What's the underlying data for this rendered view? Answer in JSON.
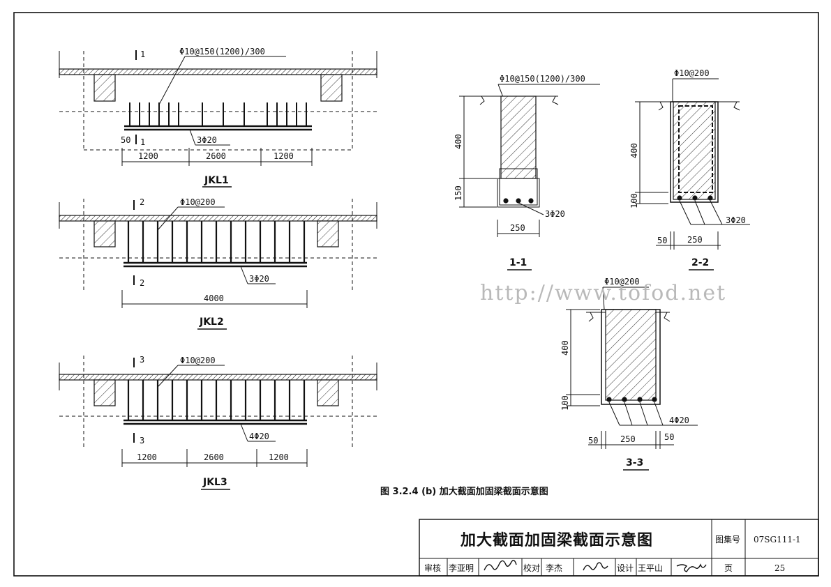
{
  "watermark": "http://www.tofod.net",
  "elevations": [
    {
      "name": "JKL1",
      "stirrup_label": "Φ10@150(1200)/300",
      "bar_label": "3Φ20",
      "section_mark": "1",
      "cover_dim": "50",
      "dims": [
        "1200",
        "2600",
        "1200"
      ]
    },
    {
      "name": "JKL2",
      "stirrup_label": "Φ10@200",
      "bar_label": "3Φ20",
      "section_mark": "2",
      "dims": [
        "4000"
      ]
    },
    {
      "name": "JKL3",
      "stirrup_label": "Φ10@200",
      "bar_label": "4Φ20",
      "section_mark": "3",
      "dims": [
        "1200",
        "2600",
        "1200"
      ]
    }
  ],
  "sections": [
    {
      "name": "1-1",
      "stirrup_label": "Φ10@150(1200)/300",
      "depth": "400",
      "added_depth": "150",
      "width": "250",
      "bar_label": "3Φ20"
    },
    {
      "name": "2-2",
      "stirrup_label": "Φ10@200",
      "depth": "400",
      "added_depth": "100",
      "side": "50",
      "width": "250",
      "bar_label": "3Φ20"
    },
    {
      "name": "3-3",
      "stirrup_label": "Φ10@200",
      "depth": "400",
      "added_depth": "100",
      "side_left": "50",
      "width": "250",
      "side_right": "50",
      "bar_label": "4Φ20"
    }
  ],
  "caption": "图 3.2.4 (b) 加大截面加固梁截面示意图",
  "title_block": {
    "title": "加大截面加固梁截面示意图",
    "atlas_label": "图集号",
    "atlas_no": "07SG111-1",
    "review_label": "审核",
    "reviewer": "李亚明",
    "check_label": "校对",
    "checker": "李杰",
    "design_label": "设计",
    "designer": "王平山",
    "page_label": "页",
    "page_no": "25"
  }
}
